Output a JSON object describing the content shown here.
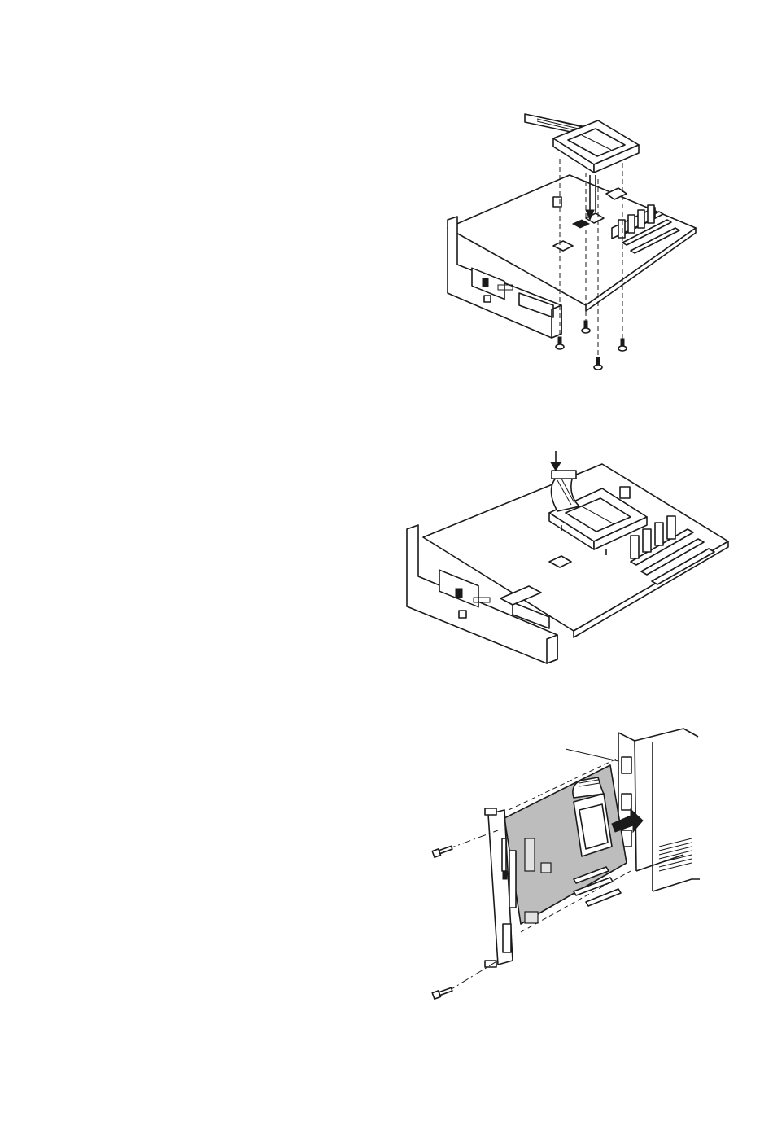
{
  "page": {
    "figures": [
      {
        "id": "fig1",
        "icon": "install-module-with-screws-illustration"
      },
      {
        "id": "fig2",
        "icon": "connect-module-cable-illustration"
      },
      {
        "id": "fig3",
        "icon": "insert-controller-board-into-printer-illustration"
      }
    ]
  }
}
